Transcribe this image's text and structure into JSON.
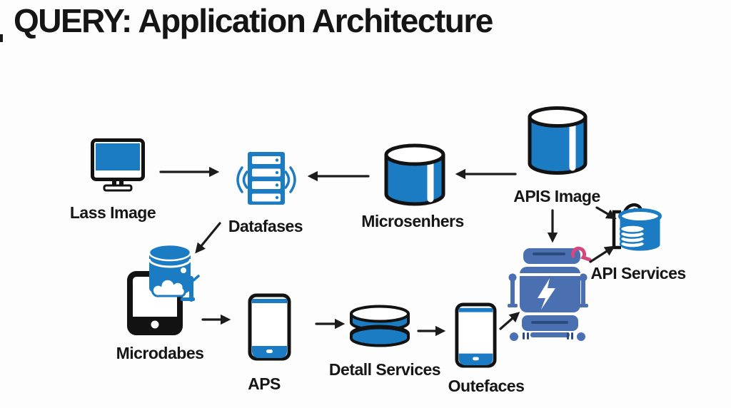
{
  "title": "QUERY: Application Architecture",
  "colors": {
    "icon_blue": "#1b7cc4",
    "machine_blue": "#4a70b2",
    "outline_black": "#121212",
    "arrow_black": "#1c1c1c",
    "wrench_pink": "#d5487f",
    "background": "#fdfdfd",
    "text": "#161616"
  },
  "diagram": {
    "nodes": [
      {
        "id": "lass-image",
        "icon": "desktop-monitor-icon",
        "label": "Lass Image"
      },
      {
        "id": "datafases",
        "icon": "server-rack-icon",
        "label": "Datafases"
      },
      {
        "id": "microsenhers",
        "icon": "database-cylinder-icon",
        "label": "Microsenhers"
      },
      {
        "id": "apis-image",
        "icon": "database-cylinder-icon",
        "label": "APIS Image"
      },
      {
        "id": "api-services",
        "icon": "database-stack-icon",
        "label": "API Services"
      },
      {
        "id": "microdabes",
        "icon": "tablet-cloud-database-icon",
        "label": "Microdabes"
      },
      {
        "id": "aps",
        "icon": "smartphone-icon",
        "label": "APS"
      },
      {
        "id": "detall-services",
        "icon": "disc-stack-icon",
        "label": "Detall Services"
      },
      {
        "id": "outefaces",
        "icon": "smartphone-icon",
        "label": "Outefaces"
      },
      {
        "id": "power-machine",
        "icon": "power-machine-icon",
        "label": ""
      }
    ],
    "connections": [
      {
        "from": "lass-image",
        "to": "datafases"
      },
      {
        "from": "microsenhers",
        "to": "datafases"
      },
      {
        "from": "apis-image",
        "to": "microsenhers"
      },
      {
        "from": "apis-image",
        "to": "power-machine"
      },
      {
        "from": "apis-image",
        "to": "api-services"
      },
      {
        "from": "power-machine",
        "to": "api-services"
      },
      {
        "from": "outefaces",
        "to": "power-machine"
      },
      {
        "from": "detall-services",
        "to": "outefaces"
      },
      {
        "from": "aps",
        "to": "detall-services"
      },
      {
        "from": "microdabes",
        "to": "aps"
      },
      {
        "from": "datafases",
        "to": "microdabes"
      }
    ]
  }
}
